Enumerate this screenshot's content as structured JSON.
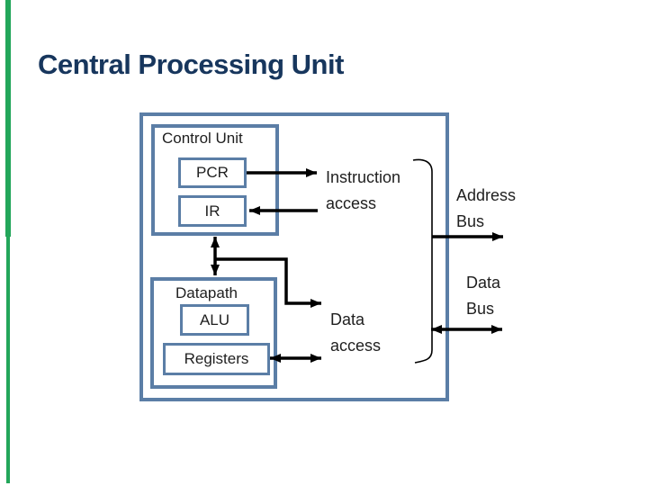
{
  "title": "Central Processing Unit",
  "colors": {
    "title_text": "#17365D",
    "box_border": "#5B7EA6",
    "accent_green": "#23A65A",
    "arrow": "#000000",
    "label_text": "#1F1F1F"
  },
  "diagram": {
    "control_unit": {
      "label": "Control Unit"
    },
    "pcr": {
      "label": "PCR"
    },
    "ir": {
      "label": "IR"
    },
    "datapath": {
      "label": "Datapath"
    },
    "alu": {
      "label": "ALU"
    },
    "registers": {
      "label": "Registers"
    },
    "annotations": {
      "instruction_access": "Instruction access",
      "data_access": "Data access",
      "address_bus": "Address Bus",
      "data_bus": "Data Bus"
    },
    "connectors": [
      {
        "id": "pcr-to-instruction-access",
        "from": "PCR",
        "to": "Instruction access",
        "heads": "end"
      },
      {
        "id": "instruction-access-to-ir",
        "from": "Instruction access",
        "to": "IR",
        "heads": "end"
      },
      {
        "id": "control-unit-datapath",
        "from": "Control Unit",
        "to": "Datapath",
        "heads": "both"
      },
      {
        "id": "branch-to-data-access",
        "from": "Control Unit/Datapath link",
        "to": "Data access",
        "heads": "end"
      },
      {
        "id": "registers-data-access",
        "from": "Registers",
        "to": "Data access",
        "heads": "both"
      },
      {
        "id": "address-bus-arrow",
        "from": "CPU",
        "to": "Address Bus",
        "heads": "end"
      },
      {
        "id": "data-bus-arrow",
        "from": "CPU",
        "to": "Data Bus",
        "heads": "both"
      }
    ]
  }
}
